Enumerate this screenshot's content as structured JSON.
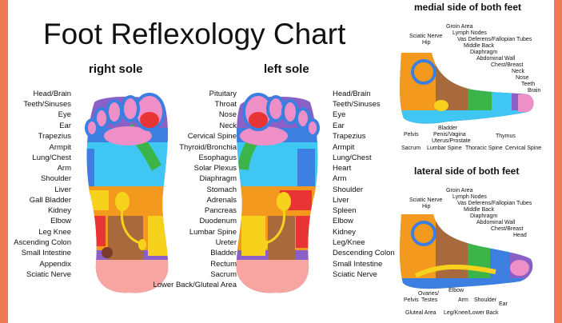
{
  "title": "Foot Reflexology Chart",
  "right_sole_title": "right sole",
  "left_sole_title": "left sole",
  "right_sole_labels": [
    "Head/Brain",
    "Teeth/Sinuses",
    "Eye",
    "Ear",
    "Trapezius",
    "Armpit",
    "Lung/Chest",
    "Arm",
    "Shoulder",
    "Liver",
    "Gall Bladder",
    "Kidney",
    "Elbow",
    "Leg Knee",
    "Ascending Colon",
    "Small Intestine",
    "Appendix",
    "Sciatic Nerve"
  ],
  "center_labels": [
    "Pituitary",
    "Throat",
    "Nose",
    "Neck",
    "Cervical Spine",
    "Thyroid/Bronchia",
    "Esophagus",
    "Solar Plexus",
    "Diaphragm",
    "Stomach",
    "Adrenals",
    "Pancreas",
    "Duodenum",
    "Lumbar Spine",
    "Ureter",
    "Bladder",
    "Rectum",
    "Sacrum",
    "Lower Back/Gluteal Area"
  ],
  "left_sole_labels": [
    "Head/Brain",
    "Teeth/Sinuses",
    "Eye",
    "Ear",
    "Trapezius",
    "Armpit",
    "Lung/Chest",
    "Heart",
    "Arm",
    "Shoulder",
    "Liver",
    "Spleen",
    "Elbow",
    "Kidney",
    "Leg/Knee",
    "Descending Colon",
    "Small Intestine",
    "Sciatic Nerve"
  ],
  "medial": {
    "title": "medial side of both feet",
    "top_labels": [
      "Sciatic Nerve",
      "Hip",
      "Groin Area",
      "Lymph Nodes",
      "Vas Deferens/Fallopian Tubes",
      "Middle Back",
      "Diaphragm",
      "Abdominal Wall",
      "Chest/Breast",
      "Neck",
      "Nose",
      "Teeth",
      "Brain"
    ],
    "bottom_labels": [
      "Pelvis",
      "Bladder",
      "Penis/Vagina",
      "Uterus/Prostate",
      "Sacrum",
      "Lumbar Spine",
      "Thoracic Spine",
      "Thymus",
      "Cervical Spine"
    ]
  },
  "lateral": {
    "title": "lateral side of both feet",
    "top_labels": [
      "Sciatic Nerve",
      "Hip",
      "Groin Area",
      "Lymph Nodes",
      "Vas Deferens/Fallopian Tubes",
      "Middle Back",
      "Diaphragm",
      "Abdominal Wall",
      "Chest/Breast",
      "Head"
    ],
    "bottom_labels": [
      "Ovaries/",
      "Pelvis",
      "Testes",
      "Elbow",
      "Arm",
      "Shoulder",
      "Ear",
      "Gluteal Area",
      "Leg/Knee/Lower Back"
    ]
  },
  "colors": {
    "border": "#ef7a55",
    "pink": "#ef8fc8",
    "blue": "#3d7fe0",
    "cyan": "#3fc6f2",
    "green": "#3bb54a",
    "yellow": "#f7d21c",
    "orange": "#f39a1e",
    "brown": "#a86a3d",
    "red": "#e83434",
    "salmon": "#f6a5a0",
    "purple": "#8a5fc6"
  }
}
